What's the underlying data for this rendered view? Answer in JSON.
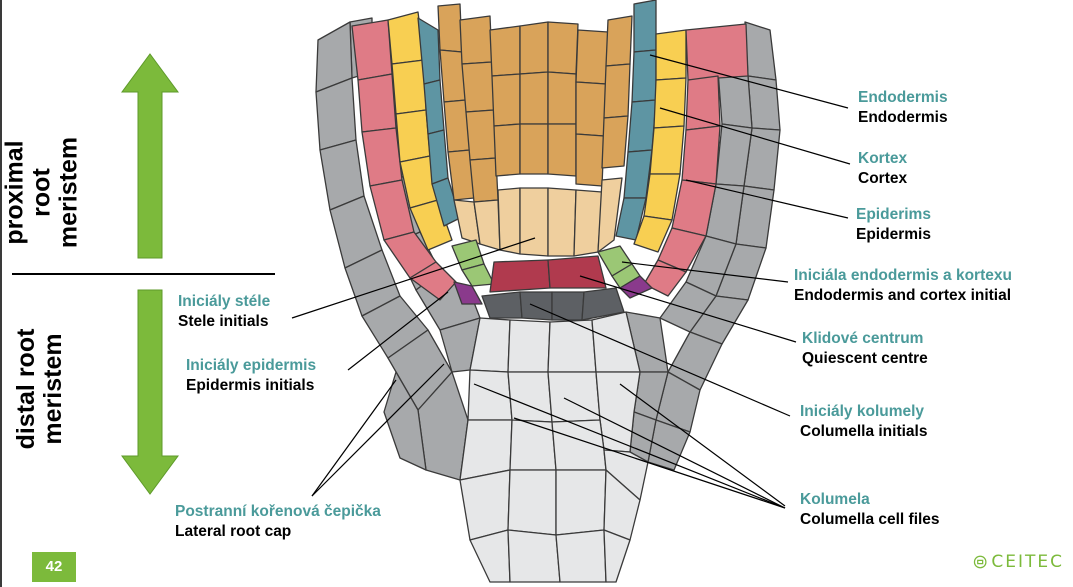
{
  "left_labels": {
    "proximal": "proximal root meristem",
    "distal": "distal root meristem"
  },
  "labels": {
    "endodermis": {
      "cz": "Endodermis",
      "en": "Endodermis"
    },
    "kortex": {
      "cz": "Kortex",
      "en": "Cortex"
    },
    "epiderims": {
      "cz": "Epiderims",
      "en": "Epidermis"
    },
    "endodermis_cortex_initial": {
      "cz": "Iniciála endodermis a kortexu",
      "en": "Endodermis and cortex initial"
    },
    "qc": {
      "cz": "Klidové centrum",
      "en": "Quiescent centre"
    },
    "columella_initials": {
      "cz": "Iniciály kolumely",
      "en": "Columella initials"
    },
    "columella": {
      "cz": "Kolumela",
      "en": "Columella cell files"
    },
    "stele_initials": {
      "cz": "Iniciály stéle",
      "en": "Stele initials"
    },
    "epidermis_initials": {
      "cz": "Iniciály epidermis",
      "en": "Epidermis  initials"
    },
    "lateral_root_cap": {
      "cz": "Postranní kořenová čepička",
      "en": "Lateral root cap"
    }
  },
  "slide_number": "42",
  "logo_text": "CEITEC",
  "colors": {
    "label_teal": "#4a9a9a",
    "arrow_green": "#7cba3b",
    "stele": "#d9a35a",
    "stele_light": "#efcf9e",
    "endodermis": "#5e95a3",
    "cortex": "#f8cf52",
    "epidermis": "#df7b86",
    "lateral_cap": "#a7a9ab",
    "columella": "#e6e7e8",
    "qc": "#b03a4e",
    "initial_green": "#9bc775",
    "initial_purple": "#8a3a8c",
    "columella_initial": "#5d6064"
  }
}
